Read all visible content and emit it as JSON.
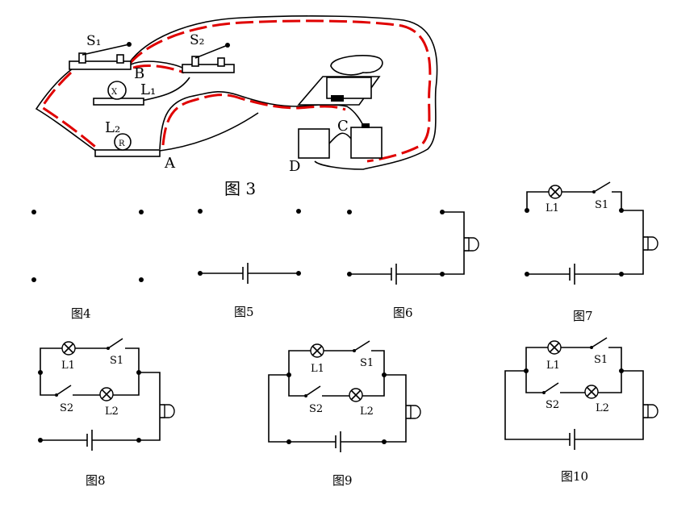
{
  "figure3": {
    "caption": "图 3",
    "labels": {
      "s1": "S₁",
      "s2": "S₂",
      "l1": "L₁",
      "l2": "L₂",
      "b": "B",
      "a": "A",
      "c": "C",
      "d": "D"
    },
    "arrow_color": "#e00000"
  },
  "schematics": {
    "fig4": {
      "caption": "图4"
    },
    "fig5": {
      "caption": "图5"
    },
    "fig6": {
      "caption": "图6"
    },
    "fig7": {
      "caption": "图7",
      "l1": "L1",
      "s1": "S1"
    },
    "fig8": {
      "caption": "图8",
      "l1": "L1",
      "s1": "S1",
      "s2": "S2",
      "l2": "L2"
    },
    "fig9": {
      "caption": "图9",
      "l1": "L1",
      "s1": "S1",
      "s2": "S2",
      "l2": "L2"
    },
    "fig10": {
      "caption": "图10",
      "l1": "L1",
      "s1": "S1",
      "s2": "S2",
      "l2": "L2"
    }
  }
}
